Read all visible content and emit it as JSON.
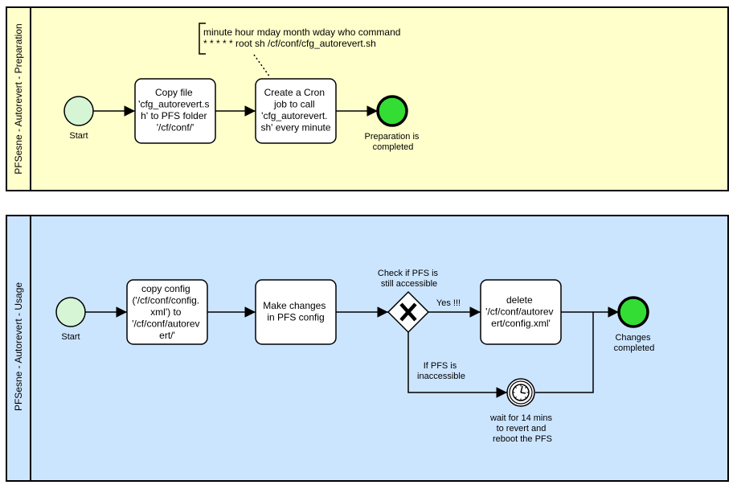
{
  "pool_preparation": {
    "lane_label": "PFSesne - Autorevert - Preparation",
    "start_label": "Start",
    "task_copy_lines": [
      "Copy file",
      "'cfg_autorevert.s",
      "h' to PFS folder",
      "'/cf/conf/'"
    ],
    "task_cron_lines": [
      "Create a Cron",
      "job to call",
      "'cfg_autorevert.",
      "sh' every minute"
    ],
    "annotation_lines": [
      "minute hour mday month wday who command",
      "* * * * * root sh /cf/conf/cfg_autorevert.sh"
    ],
    "end_lines": [
      "Preparation is",
      "completed"
    ]
  },
  "pool_usage": {
    "lane_label": "PFSesne - Autorevert - Usage",
    "start_label": "Start",
    "task_copy_lines": [
      "copy config",
      "('/cf/conf/config.",
      "xml') to",
      "'/cf/conf/autorev",
      "ert/'"
    ],
    "task_changes_lines": [
      "Make changes",
      "in PFS config"
    ],
    "gateway_lines": [
      "Check if PFS is",
      "still accessible"
    ],
    "yes_label": "Yes !!!",
    "no_lines": [
      "If PFS is",
      "inaccessible"
    ],
    "task_delete_lines": [
      "delete",
      "'/cf/conf/autorev",
      "ert/config.xml'"
    ],
    "timer_lines": [
      "wait for 14 mins",
      "to revert and",
      "reboot the PFS"
    ],
    "end_lines": [
      "Changes",
      "completed"
    ]
  },
  "colors": {
    "pool_preparation_bg": "#ffffcc",
    "pool_usage_bg": "#cce5ff",
    "start_fill": "#d5f5d5",
    "end_fill": "#33dd33",
    "stroke": "#000000"
  }
}
